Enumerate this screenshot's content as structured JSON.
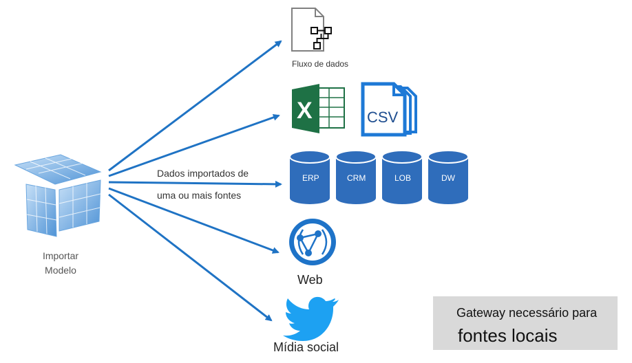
{
  "model": {
    "label_line1": "Importar",
    "label_line2": "Modelo"
  },
  "connector": {
    "line1": "Dados importados de",
    "line2": "uma ou mais fontes"
  },
  "sources": {
    "dataflow": {
      "label": "Fluxo de dados"
    },
    "files": {
      "csv_label": "CSV",
      "excel_letter": "X"
    },
    "databases": [
      "ERP",
      "CRM",
      "LOB",
      "DW"
    ],
    "web": {
      "label": "Web"
    },
    "social": {
      "label": "Mídia social"
    }
  },
  "gateway": {
    "line1": "Gateway necessário para",
    "line2": "fontes locais"
  },
  "colors": {
    "arrow": "#1f73c4",
    "database": "#2f6dbb",
    "excel": "#1e7145",
    "csv": "#1e79d6",
    "web": "#1e73c8",
    "twitter": "#1da1f2",
    "gateway_bg": "#d9d9d9"
  }
}
